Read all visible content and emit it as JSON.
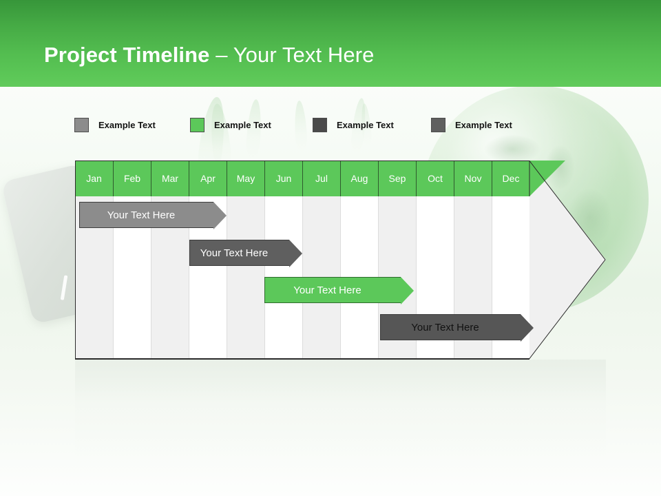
{
  "slide": {
    "title_bold": "Project Timeline",
    "title_light": " – Your Text Here"
  },
  "theme": {
    "brand_green": "#5cc85a",
    "header_green_top": "#37963a",
    "header_green_bottom": "#62cb5c",
    "bar_light_gray": "#8c8c8c",
    "bar_mid_gray": "#5f5f5f",
    "bar_dark_gray": "#565656",
    "grid_shade": "#f0f0f0",
    "grid_white": "#ffffff"
  },
  "legend": {
    "items": [
      {
        "label": "Example Text",
        "color": "#8c8c8c"
      },
      {
        "label": "Example Text",
        "color": "#5cc85a"
      },
      {
        "label": "Example Text",
        "color": "#4a4a4a"
      },
      {
        "label": "Example Text",
        "color": "#5f5f5f"
      }
    ]
  },
  "chart_data": {
    "type": "bar",
    "title": "Project Timeline – Your Text Here",
    "xlabel": "",
    "ylabel": "",
    "orientation": "horizontal",
    "grid": true,
    "legend_position": "top",
    "categories": [
      "Jan",
      "Feb",
      "Mar",
      "Apr",
      "May",
      "Jun",
      "Jul",
      "Aug",
      "Sep",
      "Oct",
      "Nov",
      "Dec"
    ],
    "series": [
      {
        "name": "Example Text",
        "label": "Your  Text Here",
        "color": "#8c8c8c",
        "text_color": "#ffffff",
        "start_month": "Jan",
        "end_month": "Apr",
        "start_index": 0,
        "end_index": 3,
        "row": 0
      },
      {
        "name": "Example Text",
        "label": "Your  Text Here",
        "color": "#5f5f5f",
        "text_color": "#ffffff",
        "start_month": "Apr",
        "end_month": "Jul",
        "start_index": 3,
        "end_index": 6,
        "row": 1
      },
      {
        "name": "Example Text",
        "label": "Your  Text Here",
        "color": "#5cc85a",
        "text_color": "#ffffff",
        "start_month": "Jun",
        "end_month": "Sep",
        "start_index": 5,
        "end_index": 8,
        "row": 2
      },
      {
        "name": "Example Text",
        "label": "Your  Text Here",
        "color": "#565656",
        "text_color": "#111111",
        "start_month": "Sep",
        "end_month": "Dec",
        "start_index": 8,
        "end_index": 11,
        "row": 3
      }
    ]
  }
}
